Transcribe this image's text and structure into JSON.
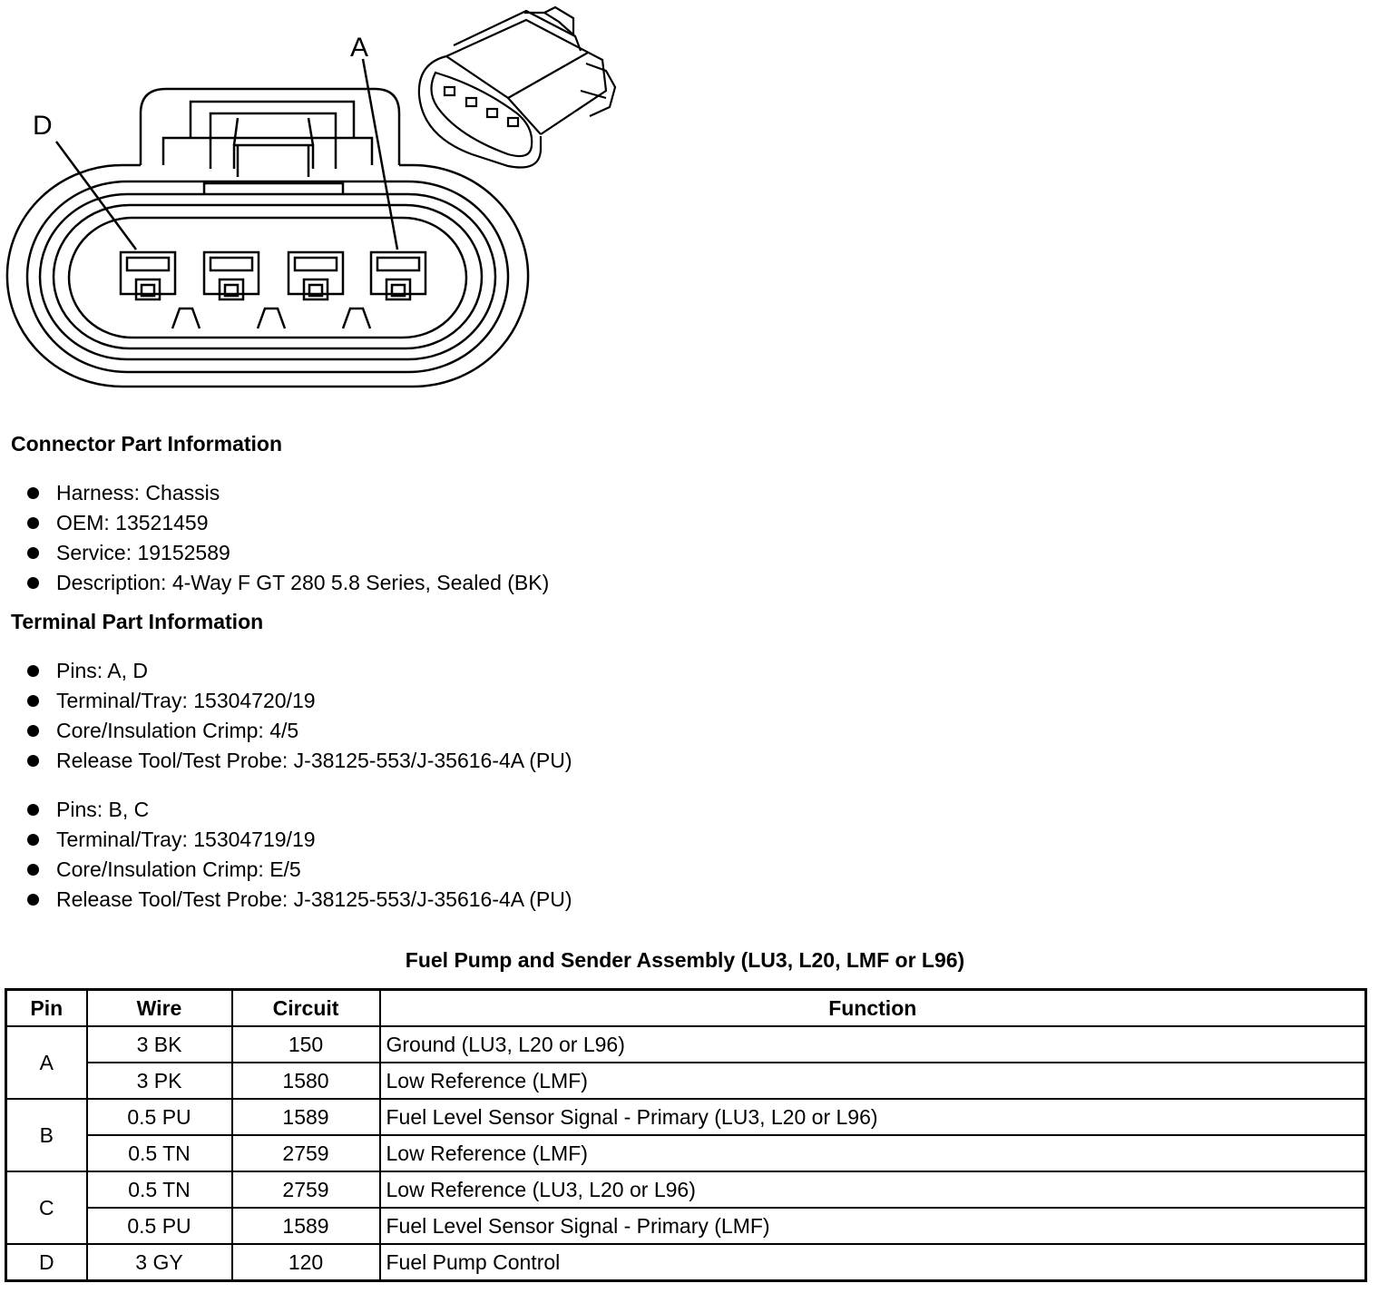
{
  "diagram": {
    "label_a": "A",
    "label_d": "D"
  },
  "connector_info": {
    "heading": "Connector Part Information",
    "items": [
      "Harness: Chassis",
      "OEM: 13521459",
      "Service: 19152589",
      "Description: 4-Way F GT 280 5.8 Series, Sealed (BK)"
    ]
  },
  "terminal_info": {
    "heading": "Terminal Part Information",
    "group1": [
      "Pins: A, D",
      "Terminal/Tray: 15304720/19",
      "Core/Insulation Crimp: 4/5",
      "Release Tool/Test Probe: J-38125-553/J-35616-4A (PU)"
    ],
    "group2": [
      "Pins: B, C",
      "Terminal/Tray: 15304719/19",
      "Core/Insulation Crimp: E/5",
      "Release Tool/Test Probe: J-38125-553/J-35616-4A (PU)"
    ]
  },
  "table": {
    "title": "Fuel Pump and Sender Assembly (LU3, L20, LMF or L96)",
    "headers": [
      "Pin",
      "Wire",
      "Circuit",
      "Function"
    ],
    "pins": [
      {
        "pin": "A",
        "rows": [
          {
            "wire": "3 BK",
            "circuit": "150",
            "function": "Ground (LU3, L20 or L96)"
          },
          {
            "wire": "3 PK",
            "circuit": "1580",
            "function": "Low Reference (LMF)"
          }
        ]
      },
      {
        "pin": "B",
        "rows": [
          {
            "wire": "0.5 PU",
            "circuit": "1589",
            "function": "Fuel Level Sensor Signal - Primary (LU3, L20 or L96)"
          },
          {
            "wire": "0.5 TN",
            "circuit": "2759",
            "function": "Low Reference (LMF)"
          }
        ]
      },
      {
        "pin": "C",
        "rows": [
          {
            "wire": "0.5 TN",
            "circuit": "2759",
            "function": "Low Reference (LU3, L20 or L96)"
          },
          {
            "wire": "0.5 PU",
            "circuit": "1589",
            "function": "Fuel Level Sensor Signal - Primary (LMF)"
          }
        ]
      },
      {
        "pin": "D",
        "rows": [
          {
            "wire": "3 GY",
            "circuit": "120",
            "function": "Fuel Pump Control"
          }
        ]
      }
    ]
  }
}
